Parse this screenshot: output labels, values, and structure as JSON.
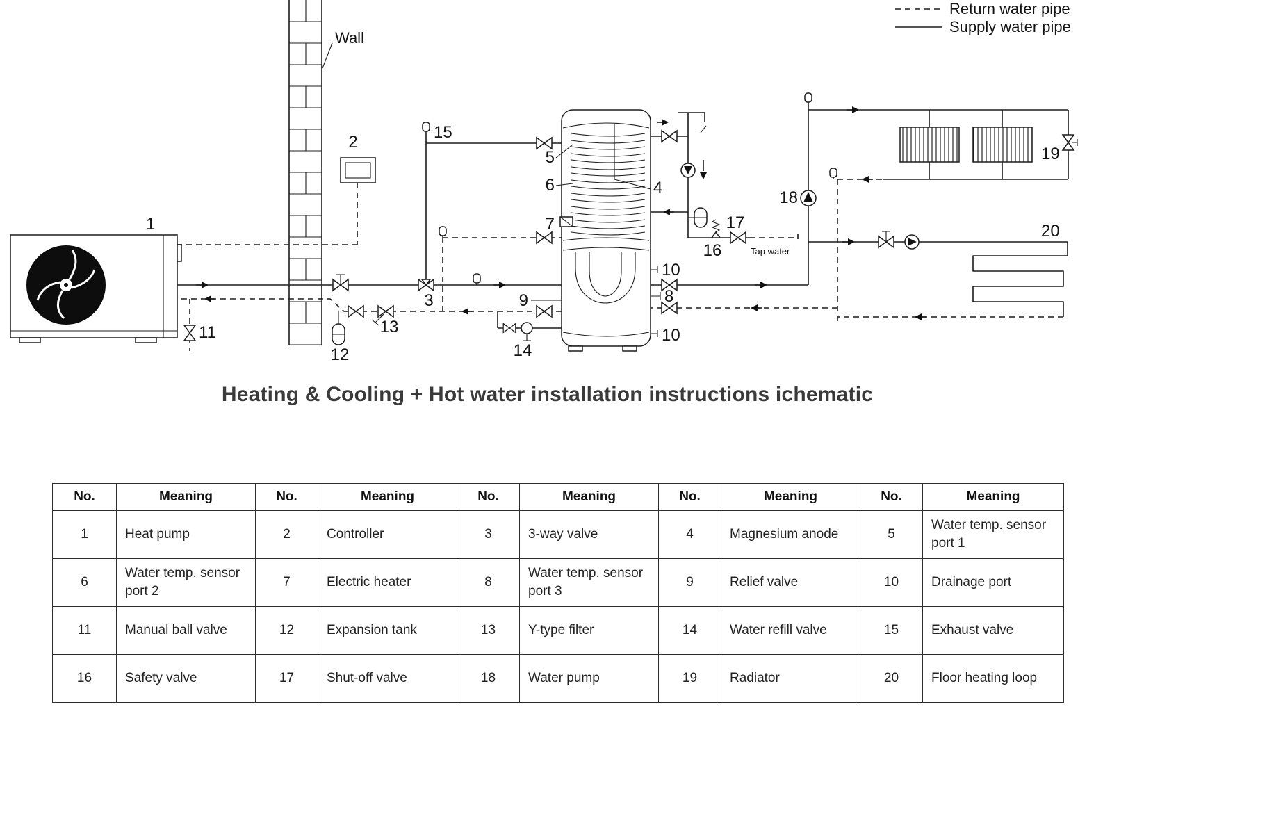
{
  "legend": {
    "return_label": "Return water pipe",
    "supply_label": "Supply water pipe"
  },
  "title": "Heating & Cooling + Hot water installation instructions ichematic",
  "diagram": {
    "wall_label": "Wall",
    "tap_water_label": "Tap water",
    "labels": {
      "n1": "1",
      "n2": "2",
      "n3": "3",
      "n4": "4",
      "n5": "5",
      "n6": "6",
      "n7": "7",
      "n8": "8",
      "n9": "9",
      "n10a": "10",
      "n10b": "10",
      "n11": "11",
      "n12": "12",
      "n13": "13",
      "n14": "14",
      "n15": "15",
      "n16": "16",
      "n17": "17",
      "n18": "18",
      "n19": "19",
      "n20": "20"
    }
  },
  "table": {
    "headers": [
      "No.",
      "Meaning",
      "No.",
      "Meaning",
      "No.",
      "Meaning",
      "No.",
      "Meaning",
      "No.",
      "Meaning"
    ],
    "rows": [
      [
        "1",
        "Heat pump",
        "2",
        "Controller",
        "3",
        "3-way valve",
        "4",
        "Magnesium anode",
        "5",
        "Water temp. sensor port 1"
      ],
      [
        "6",
        "Water temp. sensor port 2",
        "7",
        "Electric heater",
        "8",
        "Water temp. sensor port 3",
        "9",
        "Relief valve",
        "10",
        "Drainage port"
      ],
      [
        "11",
        "Manual ball valve",
        "12",
        "Expansion tank",
        "13",
        "Y-type filter",
        "14",
        "Water refill valve",
        "15",
        "Exhaust valve"
      ],
      [
        "16",
        "Safety valve",
        "17",
        "Shut-off valve",
        "18",
        "Water pump",
        "19",
        "Radiator",
        "20",
        "Floor heating loop"
      ]
    ]
  }
}
